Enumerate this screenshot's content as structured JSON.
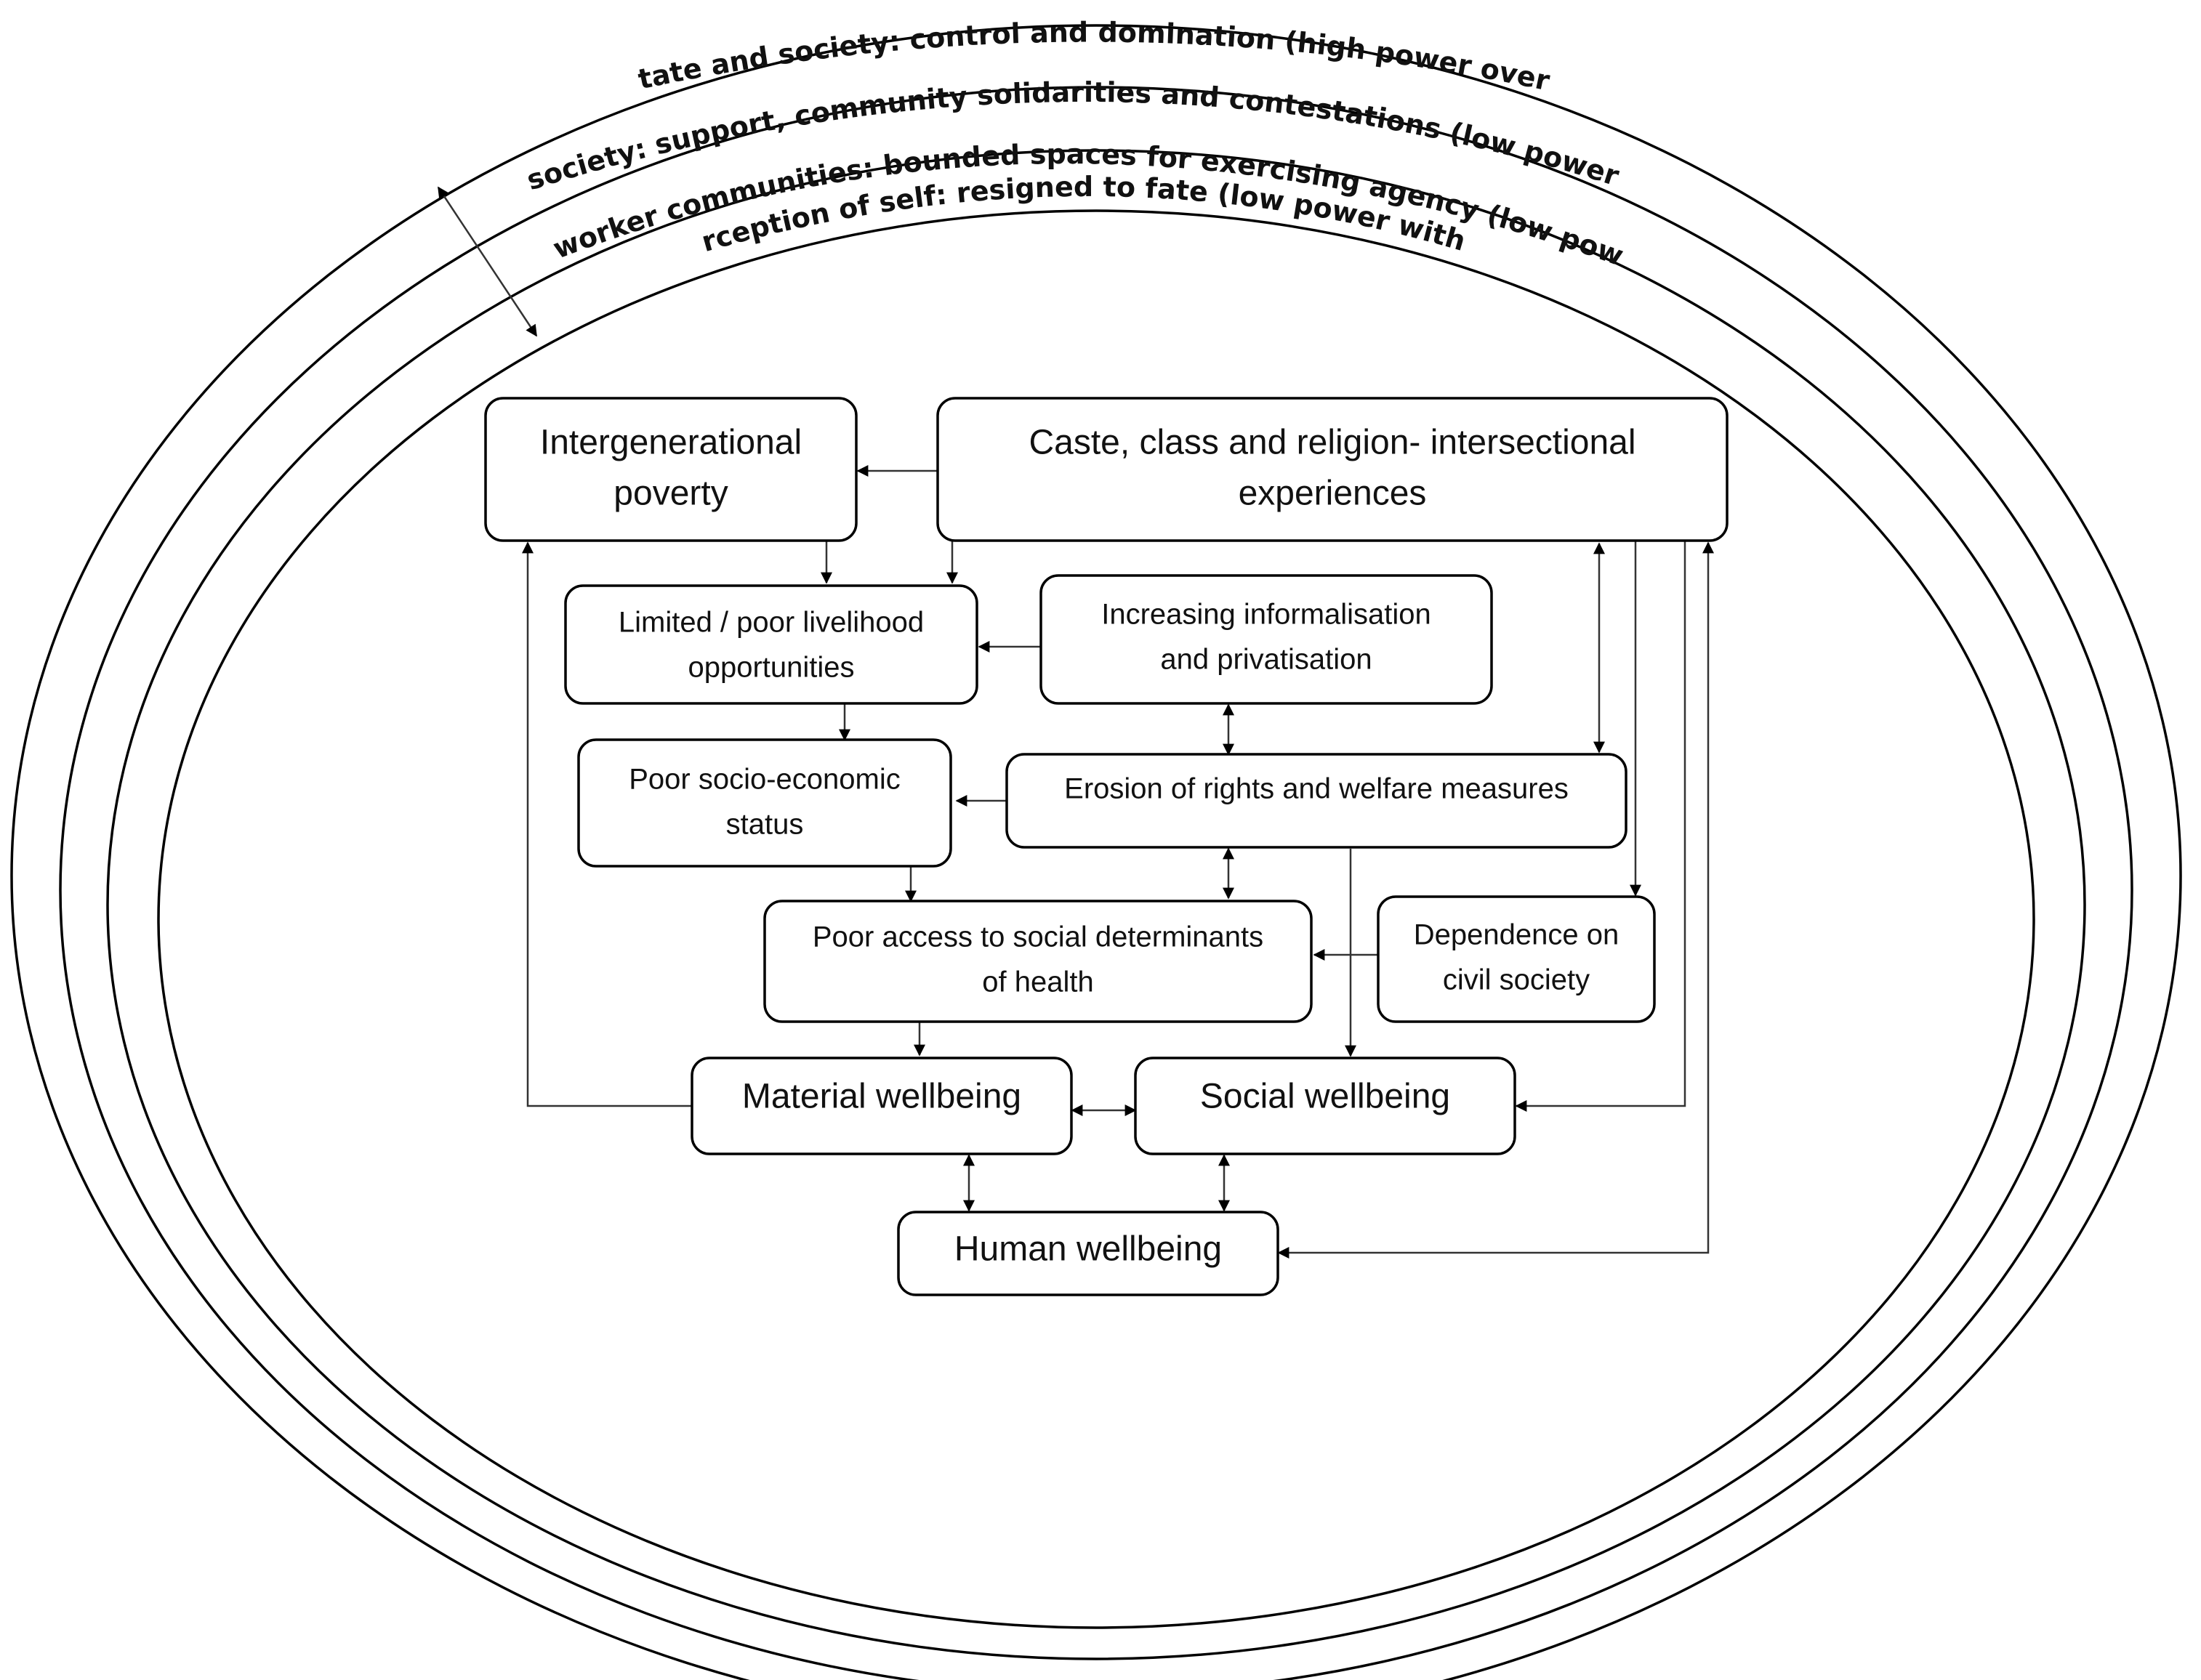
{
  "rings": [
    {
      "id": "state",
      "label": "State and society: control and domination (high power over)"
    },
    {
      "id": "civil",
      "label": "Civil society: support, community solidarities  and contestations (low power with)"
    },
    {
      "id": "community",
      "label": "Waste worker communities: bounded spaces for exercising agency (low power to)"
    },
    {
      "id": "self",
      "label": "Perception of self: resigned to fate (low power within)"
    }
  ],
  "boxes": {
    "intergenerational": {
      "lines": [
        "Intergenerational",
        "poverty"
      ]
    },
    "caste": {
      "lines": [
        "Caste, class and religion- intersectional",
        "experiences"
      ]
    },
    "livelihood": {
      "lines": [
        "Limited / poor livelihood",
        "opportunities"
      ]
    },
    "informalisation": {
      "lines": [
        "Increasing informalisation",
        "and privatisation"
      ]
    },
    "socioeconomic": {
      "lines": [
        "Poor socio-economic",
        "status"
      ]
    },
    "erosion": {
      "lines": [
        "Erosion of rights and welfare measures"
      ]
    },
    "access": {
      "lines": [
        "Poor access to social determinants",
        "of health"
      ]
    },
    "dependence": {
      "lines": [
        "Dependence on",
        "civil society"
      ]
    },
    "material": {
      "lines": [
        "Material wellbeing"
      ]
    },
    "social": {
      "lines": [
        "Social wellbeing"
      ]
    },
    "human": {
      "lines": [
        "Human wellbeing"
      ]
    }
  }
}
